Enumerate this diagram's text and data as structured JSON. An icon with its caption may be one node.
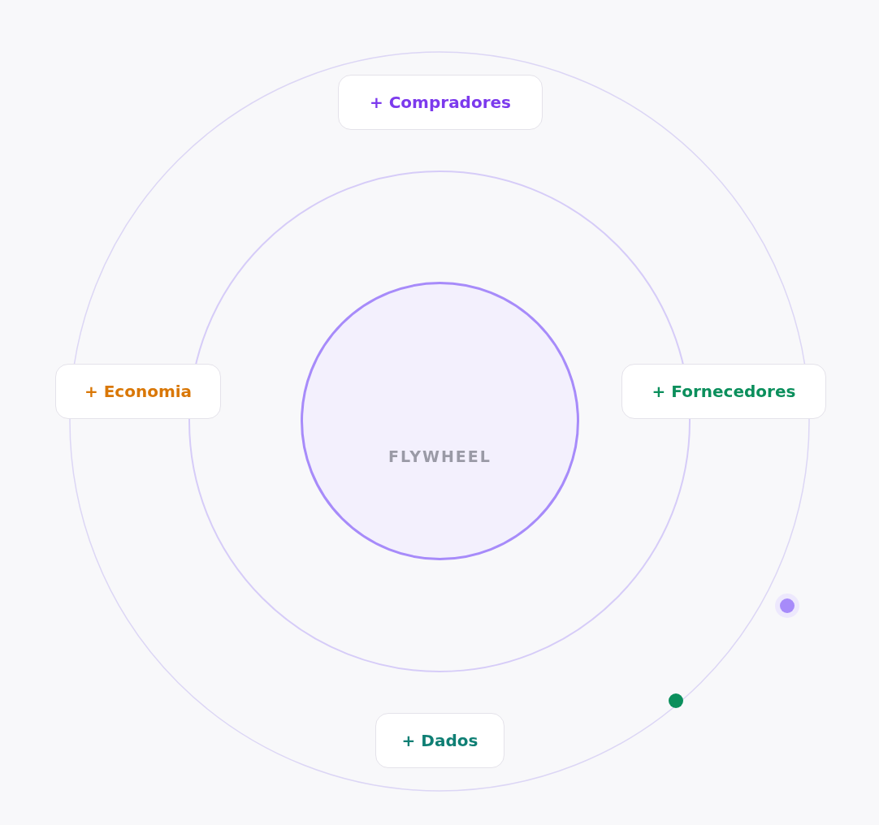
{
  "diagram": {
    "nodes": [
      {
        "text": [
          "+ Compradores"
        ]
      },
      {
        "text": [
          "+ Economia"
        ]
      },
      {
        "text": [
          "FLYWHEEL"
        ]
      },
      {
        "text": [
          "+ Fornecedores"
        ]
      },
      {
        "text": [
          "+ Dados"
        ]
      }
    ]
  }
}
